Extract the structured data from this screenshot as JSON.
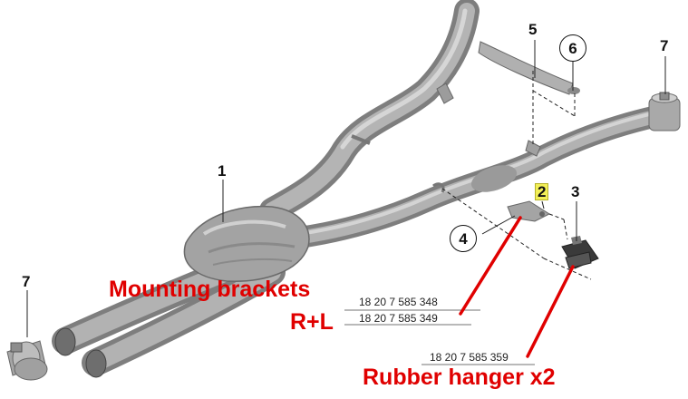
{
  "callouts": {
    "c1": "1",
    "c2": "2",
    "c3": "3",
    "c4": "4",
    "c5": "5",
    "c6": "6",
    "c7_right": "7",
    "c7_left": "7"
  },
  "annotations": {
    "mounting_brackets": "Mounting brackets",
    "rl": "R+L",
    "rubber_hanger": "Rubber hanger x2"
  },
  "part_numbers": {
    "pn1": "18 20 7 585 348",
    "pn2": "18 20 7 585 349",
    "pn3": "18 20 7 585 359"
  },
  "colors": {
    "annotation_red": "#e00000",
    "highlight_yellow": "#f2ef57",
    "pipe_gray": "#9a9a9a"
  }
}
